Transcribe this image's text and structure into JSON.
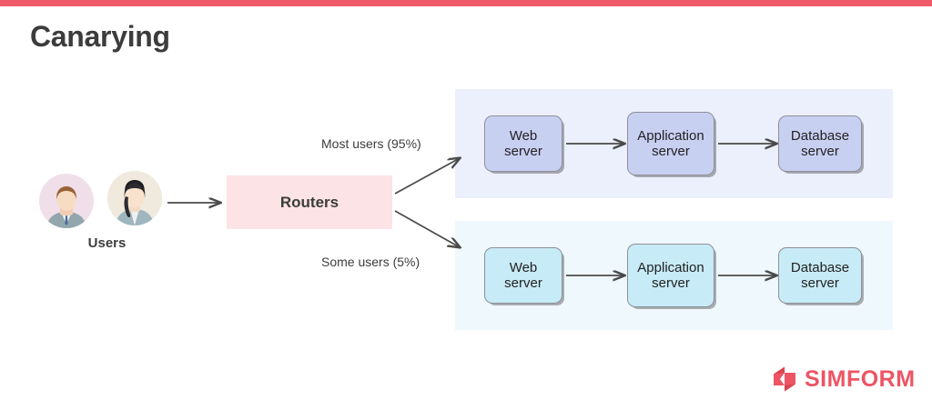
{
  "header": {
    "title": "Canarying",
    "accent_color": "#ef5b6b"
  },
  "users": {
    "label": "Users",
    "avatars": [
      {
        "name": "user-avatar-male",
        "background": "#f0dfe9"
      },
      {
        "name": "user-avatar-female",
        "background": "#efe9de"
      }
    ]
  },
  "router": {
    "label": "Routers",
    "background": "#fce3e6"
  },
  "flows": [
    {
      "label": "Most users (95%)"
    },
    {
      "label": "Some users (5%)"
    }
  ],
  "panels": [
    {
      "id": "primary-stack",
      "background": "#ecf0fc",
      "node_color": "#c8d0f2",
      "nodes": [
        {
          "line1": "Web",
          "line2": "server"
        },
        {
          "line1": "Application",
          "line2": "server"
        },
        {
          "line1": "Database",
          "line2": "server"
        }
      ]
    },
    {
      "id": "canary-stack",
      "background": "#eff8fd",
      "node_color": "#c7ebf7",
      "nodes": [
        {
          "line1": "Web",
          "line2": "server"
        },
        {
          "line1": "Application",
          "line2": "server"
        },
        {
          "line1": "Database",
          "line2": "server"
        }
      ]
    }
  ],
  "brand": {
    "name": "SIMFORM",
    "color": "#ed5565"
  }
}
